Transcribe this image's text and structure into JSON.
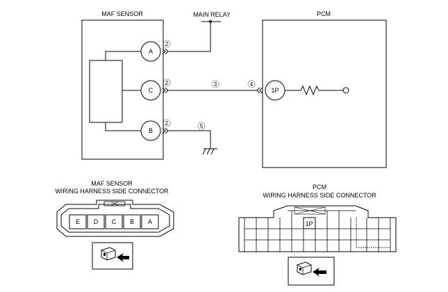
{
  "schematic": {
    "maf_sensor_title": "MAF SENSOR",
    "main_relay_label": "MAIN RELAY",
    "pcm_title": "PCM",
    "pins": {
      "a": "A",
      "c": "C",
      "b": "B",
      "pcm": "1P"
    },
    "markers": {
      "m2_a": "2",
      "m2_c": "2",
      "m2_b": "2",
      "m3": "3",
      "m4": "4",
      "m5": "5"
    }
  },
  "maf_connector": {
    "title_line1": "MAF SENSOR",
    "title_line2": "WIRING HARNESS SIDE CONNECTOR",
    "terminals": [
      "E",
      "D",
      "C",
      "B",
      "A"
    ]
  },
  "pcm_connector": {
    "title_line1": "PCM",
    "title_line2": "WIRING HARNESS SIDE CONNECTOR",
    "terminal_label": "1P"
  }
}
